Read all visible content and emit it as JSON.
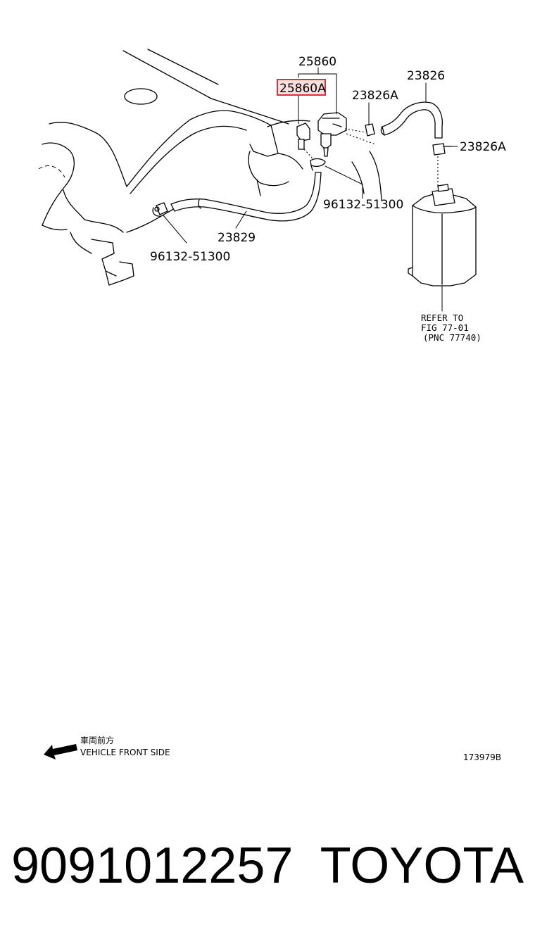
{
  "diagram": {
    "labels": {
      "p25860": "25860",
      "p25860a": "25860A",
      "p23826_top": "23826",
      "p23826a_left": "23826A",
      "p23826a_right": "23826A",
      "p96132_right": "96132-51300",
      "p96132_left": "96132-51300",
      "p23829": "23829"
    },
    "refer_note": {
      "line1": "REFER TO",
      "line2": "FIG 77-01",
      "line3": "(PNC 77740)"
    },
    "front_indicator": {
      "japanese": "車両前方",
      "english": "VEHICLE FRONT SIDE"
    },
    "figure_id": "173979B",
    "highlight_color": "#e03030"
  },
  "footer": {
    "part_number": "9091012257",
    "brand": "TOYOTA"
  }
}
